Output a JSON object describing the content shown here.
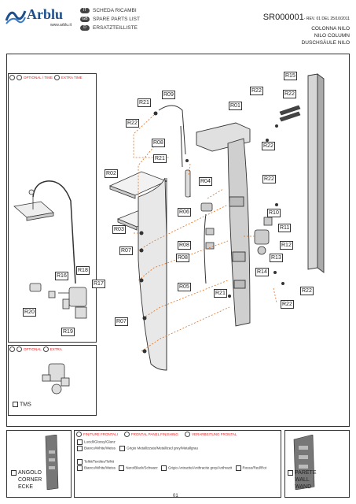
{
  "header": {
    "brand": "Arblu",
    "website": "www.arblu.it",
    "languages": [
      {
        "code": "IT",
        "label": "SCHEDA RICAMBI"
      },
      {
        "code": "GB",
        "label": "SPARE PARTS LIST"
      },
      {
        "code": "D",
        "label": "ERSATZTEILLISTE"
      }
    ],
    "doc_code": "SR000001",
    "revision": "- REV. 01 DEL 25/10/2011",
    "product_names": [
      "COLONNA NILO",
      "NILO COLUMN",
      "DUSCHSÄULE NILO"
    ]
  },
  "optional_labels": {
    "top": [
      "OPTIONAL / TIME",
      "EXTRA TIME"
    ],
    "bottom": [
      "OPTIONAL",
      "EXTRA"
    ]
  },
  "parts": [
    "R15",
    "R22",
    "R22",
    "R09",
    "R21",
    "R01",
    "R22",
    "R08",
    "R22",
    "R21",
    "R22",
    "R02",
    "R04",
    "R06",
    "R10",
    "R03",
    "R11",
    "R08",
    "R12",
    "R07",
    "R08",
    "R13",
    "R18",
    "R16",
    "R14",
    "R17",
    "R05",
    "R21",
    "R22",
    "R22",
    "R20",
    "R07",
    "R19"
  ],
  "tms_label": "TMS",
  "finishes": {
    "header": [
      "FINITURE FRONTALI",
      "FRONTAL PANEL FINISHING",
      "VERARBEITUNG FRONTAL"
    ],
    "row1": [
      "Lucidi/Glossy/Glanz"
    ],
    "row2": [
      "Bianco/White/Weiss",
      "Grigio Metallizzato/Metallized grey/Metallgrau"
    ],
    "row3": [
      "Telkit/Textiles/Telkit"
    ],
    "row4": [
      "Bianco/White/Weiss",
      "Nero/Black/Schwarz",
      "Grigio Antracite/Anthracite grey/Anthrazit",
      "Rosso/Red/Rot"
    ]
  },
  "corner": [
    "ANGOLO",
    "CORNER",
    "ECKE"
  ],
  "wall": [
    "PARETE",
    "WALL",
    "WAND"
  ],
  "page_number": "01",
  "colors": {
    "accent": "#e07020",
    "brand": "#1f4e8c",
    "optional": "#d22222"
  }
}
